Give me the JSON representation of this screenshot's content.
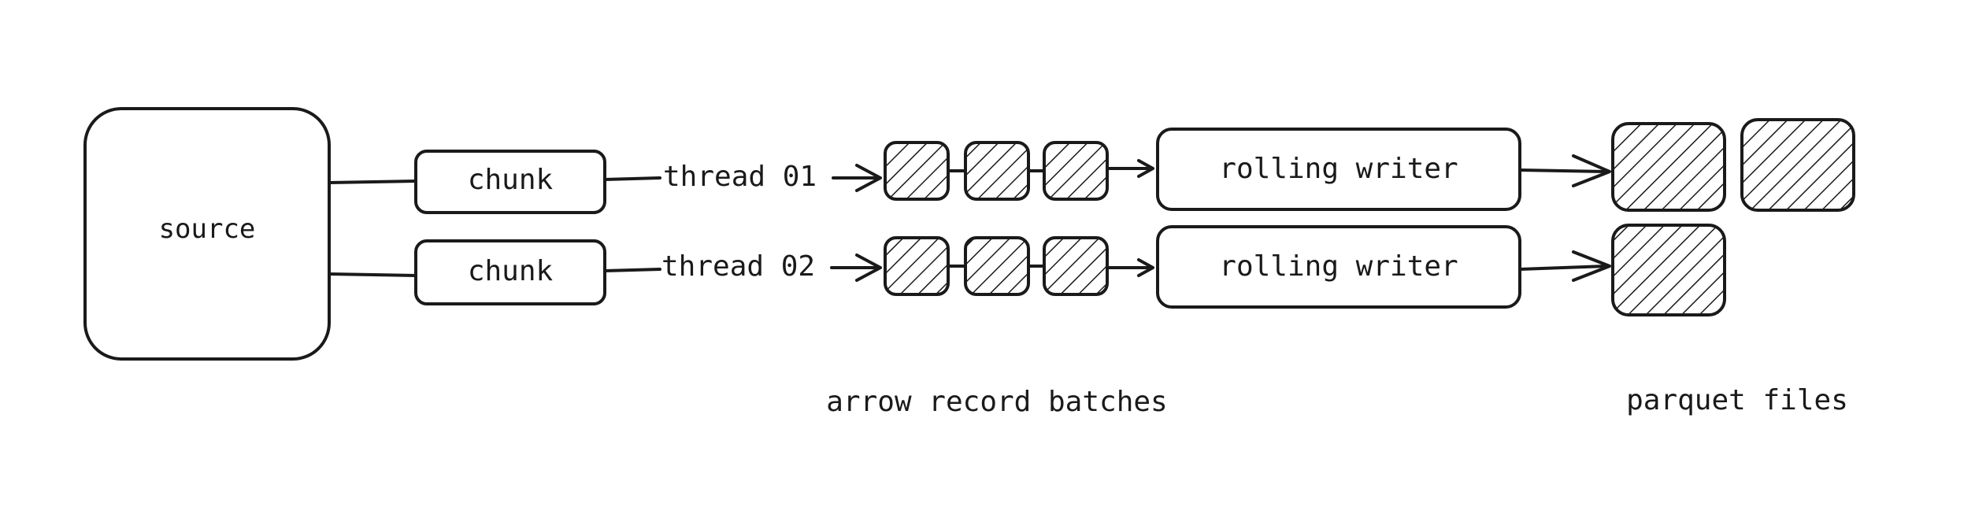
{
  "source": {
    "label": "source"
  },
  "rows": [
    {
      "chunk_label": "chunk",
      "thread_label": "thread 01",
      "writer_label": "rolling writer",
      "batch_count": 3,
      "file_count": 2
    },
    {
      "chunk_label": "chunk",
      "thread_label": "thread 02",
      "writer_label": "rolling writer",
      "batch_count": 3,
      "file_count": 1
    }
  ],
  "captions": {
    "batches": "arrow record batches",
    "files": "parquet files"
  },
  "colors": {
    "stroke": "#1a1a1a",
    "background": "#ffffff"
  }
}
